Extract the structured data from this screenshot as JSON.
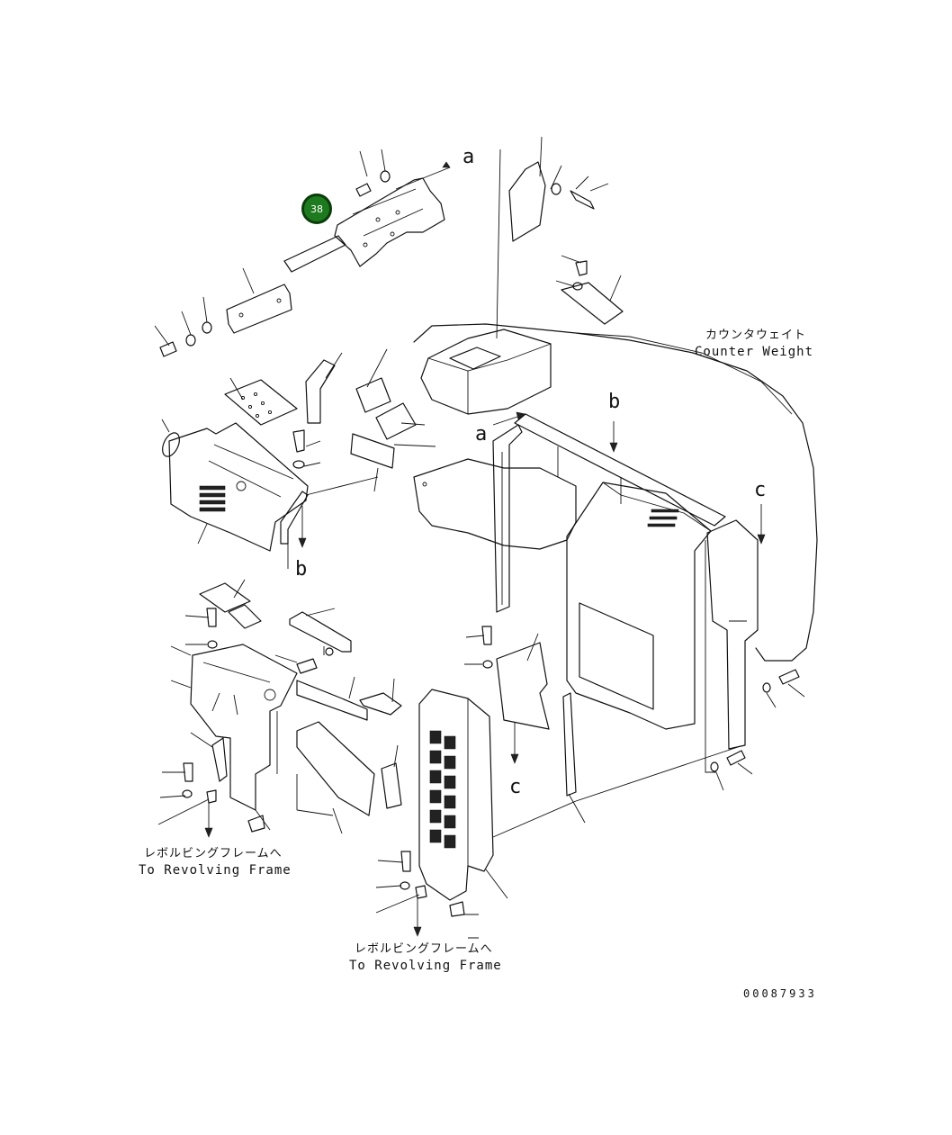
{
  "diagram": {
    "ref_a_top": "a",
    "ref_a_mid": "a",
    "ref_b_upper": "b",
    "ref_b_lower": "b",
    "ref_c_right": "c",
    "ref_c_lower": "c",
    "counterweight_ja": "カウンタウェイト",
    "counterweight_en": "Counter Weight",
    "revolving_left_ja": "レボルビングフレームへ",
    "revolving_left_en": "To Revolving Frame",
    "revolving_right_ja": "レボルビングフレームへ",
    "revolving_right_en": "To Revolving Frame",
    "drawing_number": "00087933",
    "callout_38": "38"
  },
  "colors": {
    "callout_fill": "#1e7a1e",
    "callout_border": "#0b3d0b",
    "line": "#111111"
  }
}
